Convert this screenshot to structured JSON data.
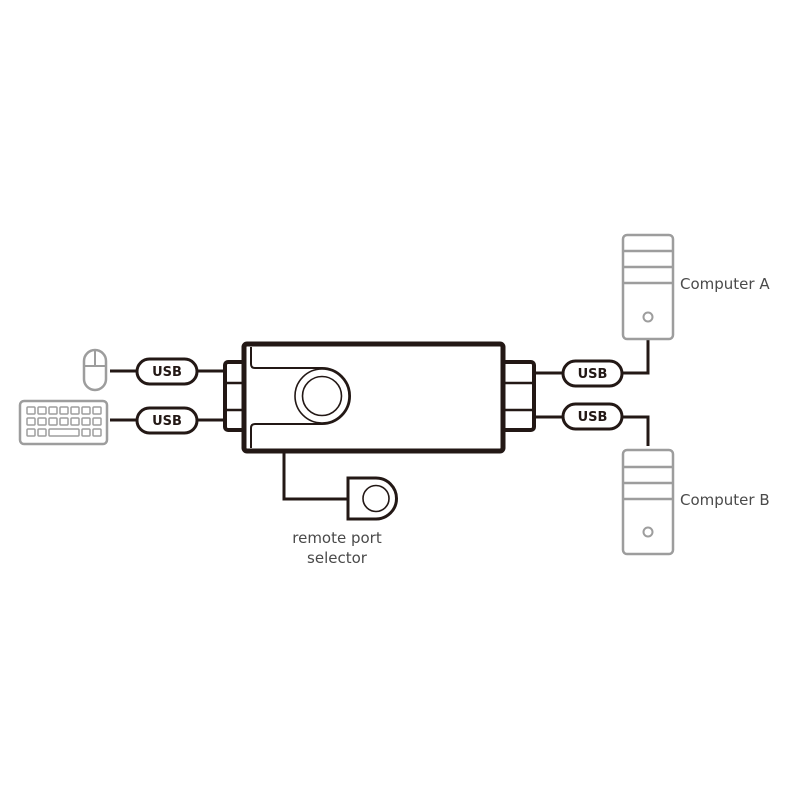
{
  "diagram": {
    "title": "USB KVM switch connection diagram",
    "colors": {
      "line": "#231815",
      "peripheral": "#9d9d9d",
      "text": "#4a4a4a",
      "background": "#ffffff"
    },
    "peripherals": {
      "mouse": {
        "icon": "mouse-icon"
      },
      "keyboard": {
        "icon": "keyboard-icon"
      }
    },
    "connectors": {
      "left_top": "USB",
      "left_bottom": "USB",
      "right_top": "USB",
      "right_bottom": "USB"
    },
    "switch": {
      "icon": "kvm-switch-icon",
      "button_icon": "push-button-icon"
    },
    "remote": {
      "icon": "remote-selector-icon",
      "label_line1": "remote port",
      "label_line2": "selector"
    },
    "computers": [
      {
        "icon": "computer-tower-icon",
        "label": "Computer A"
      },
      {
        "icon": "computer-tower-icon",
        "label": "Computer B"
      }
    ]
  }
}
